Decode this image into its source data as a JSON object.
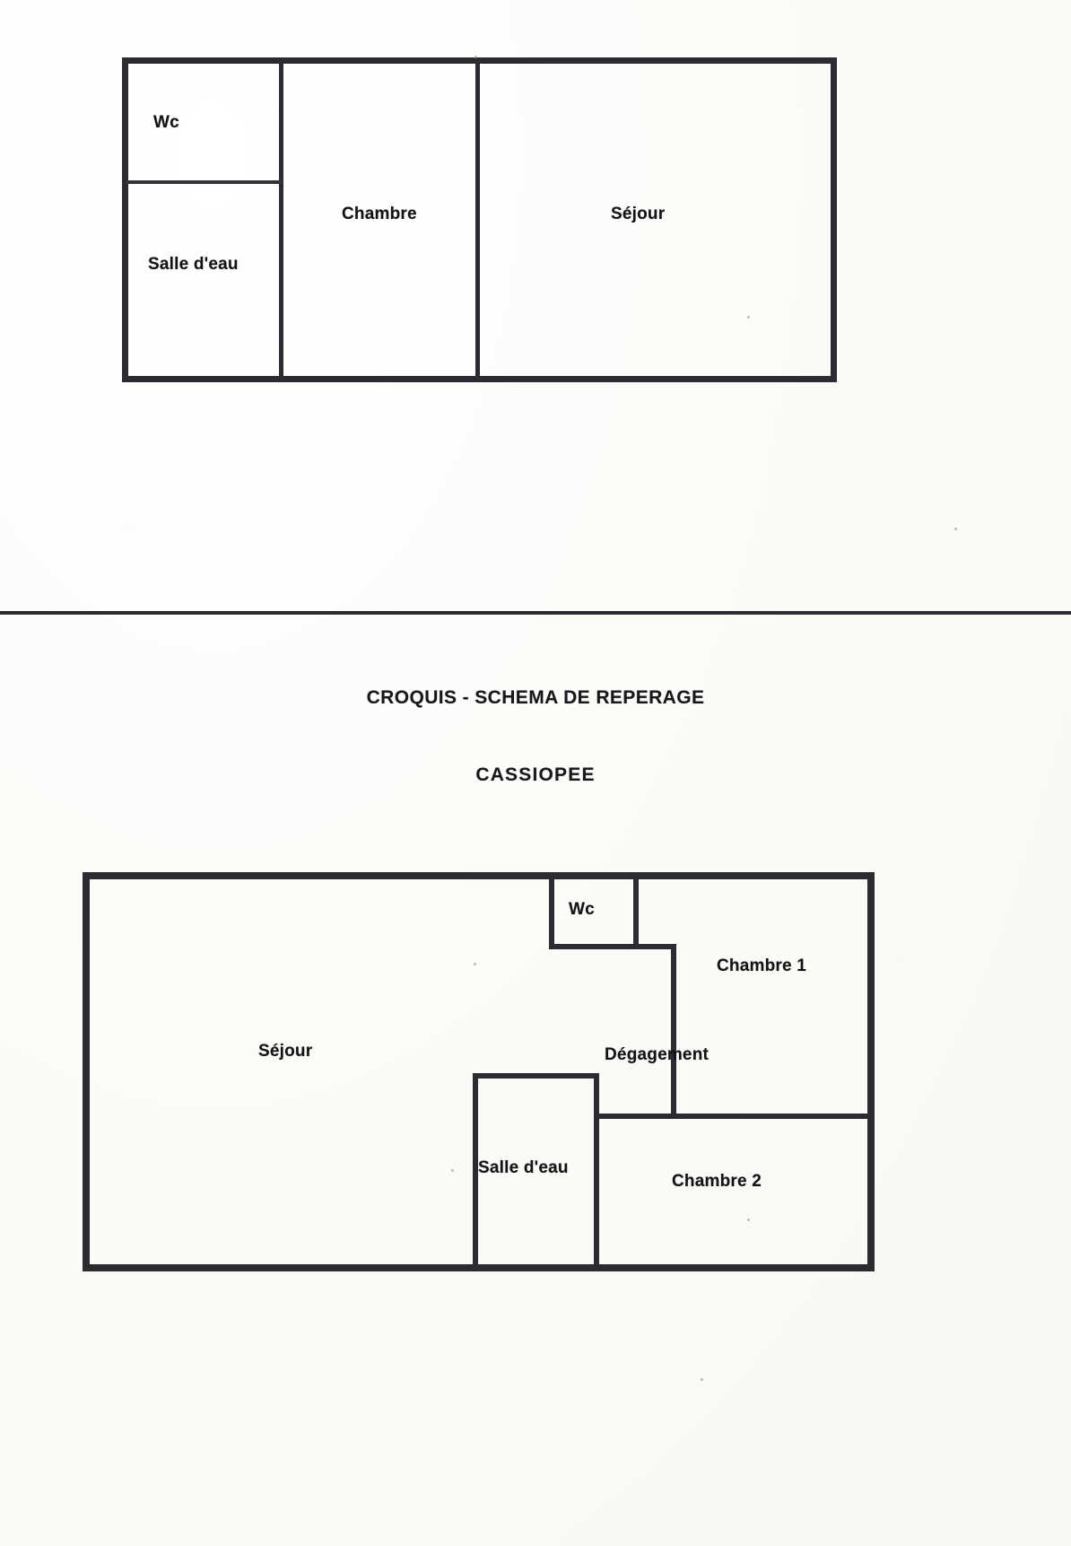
{
  "document": {
    "title_line": "CROQUIS - SCHEMA DE REPERAGE",
    "subtitle_line": "CASSIOPEE",
    "ink_color": "#2a2c31",
    "paper_color": "#fdfdfb"
  },
  "plan_upper": {
    "name": "upper-floor-plan",
    "rooms": [
      {
        "key": "wc",
        "label": "Wc"
      },
      {
        "key": "salle_deau",
        "label": "Salle d'eau"
      },
      {
        "key": "chambre",
        "label": "Chambre"
      },
      {
        "key": "sejour",
        "label": "Séjour"
      }
    ]
  },
  "plan_lower": {
    "name": "lower-floor-plan",
    "rooms": [
      {
        "key": "sejour",
        "label": "Séjour"
      },
      {
        "key": "wc",
        "label": "Wc"
      },
      {
        "key": "chambre1",
        "label": "Chambre 1"
      },
      {
        "key": "degagement",
        "label": "Dégagement"
      },
      {
        "key": "salle_deau",
        "label": "Salle d'eau"
      },
      {
        "key": "chambre2",
        "label": "Chambre 2"
      }
    ]
  }
}
